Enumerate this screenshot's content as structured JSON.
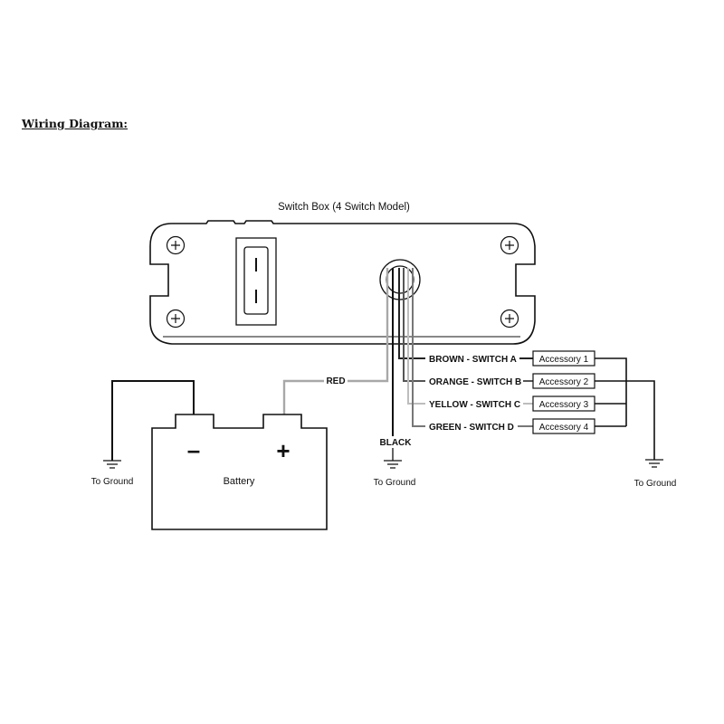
{
  "heading": "Wiring Diagram:",
  "switch_box": {
    "title": "Switch Box (4 Switch Model)"
  },
  "battery": {
    "label": "Battery",
    "negative": "–",
    "positive": "+"
  },
  "wires": {
    "red": "RED",
    "black": "BLACK",
    "switch_a": "BROWN - SWITCH A",
    "switch_b": "ORANGE - SWITCH B",
    "switch_c": "YELLOW - SWITCH C",
    "switch_d": "GREEN - SWITCH D"
  },
  "accessories": [
    "Accessory 1",
    "Accessory 2",
    "Accessory 3",
    "Accessory 4"
  ],
  "grounds": {
    "battery": "To Ground",
    "black": "To Ground",
    "accessories": "To Ground"
  },
  "colors": {
    "line": "#111111",
    "red_wire": "#a8a8a8",
    "brown_wire": "#222222",
    "orange_wire": "#555555",
    "yellow_wire": "#bdbdbd",
    "green_wire": "#777777"
  }
}
